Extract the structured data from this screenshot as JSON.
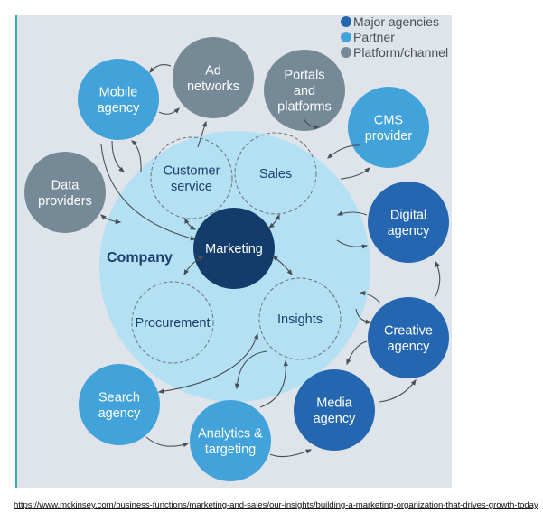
{
  "colors": {
    "major_agency": "#2466b0",
    "partner": "#42a2da",
    "platform_channel": "#768996",
    "marketing": "#133c6b",
    "company": "#b3e0f3",
    "inner_text": "#1b3f6e"
  },
  "legend": {
    "items": [
      {
        "label": "Major agencies",
        "category": "major_agency"
      },
      {
        "label": "Partner",
        "category": "partner"
      },
      {
        "label": "Platform/channel",
        "category": "platform_channel"
      }
    ]
  },
  "company": {
    "label": "Company",
    "core": {
      "label": "Marketing"
    },
    "functions": [
      {
        "id": "customer-service",
        "lines": [
          "Customer",
          "service"
        ]
      },
      {
        "id": "sales",
        "lines": [
          "Sales"
        ]
      },
      {
        "id": "procurement",
        "lines": [
          "Procurement"
        ]
      },
      {
        "id": "insights",
        "lines": [
          "Insights"
        ]
      }
    ]
  },
  "nodes": [
    {
      "id": "mobile-agency",
      "lines": [
        "Mobile",
        "agency"
      ],
      "category": "partner"
    },
    {
      "id": "ad-networks",
      "lines": [
        "Ad",
        "networks"
      ],
      "category": "platform_channel"
    },
    {
      "id": "portals-and-platforms",
      "lines": [
        "Portals",
        "and",
        "platforms"
      ],
      "category": "platform_channel"
    },
    {
      "id": "cms-provider",
      "lines": [
        "CMS",
        "provider"
      ],
      "category": "partner"
    },
    {
      "id": "data-providers",
      "lines": [
        "Data",
        "providers"
      ],
      "category": "platform_channel"
    },
    {
      "id": "digital-agency",
      "lines": [
        "Digital",
        "agency"
      ],
      "category": "major_agency"
    },
    {
      "id": "creative-agency",
      "lines": [
        "Creative",
        "agency"
      ],
      "category": "major_agency"
    },
    {
      "id": "media-agency",
      "lines": [
        "Media",
        "agency"
      ],
      "category": "major_agency"
    },
    {
      "id": "analytics-targeting",
      "lines": [
        "Analytics &",
        "targeting"
      ],
      "category": "partner"
    },
    {
      "id": "search-agency",
      "lines": [
        "Search",
        "agency"
      ],
      "category": "partner"
    }
  ],
  "source": {
    "url": "https://www.mckinsey.com/business-functions/marketing-and-sales/our-insights/building-a-marketing-organization-that-drives-growth-today"
  }
}
